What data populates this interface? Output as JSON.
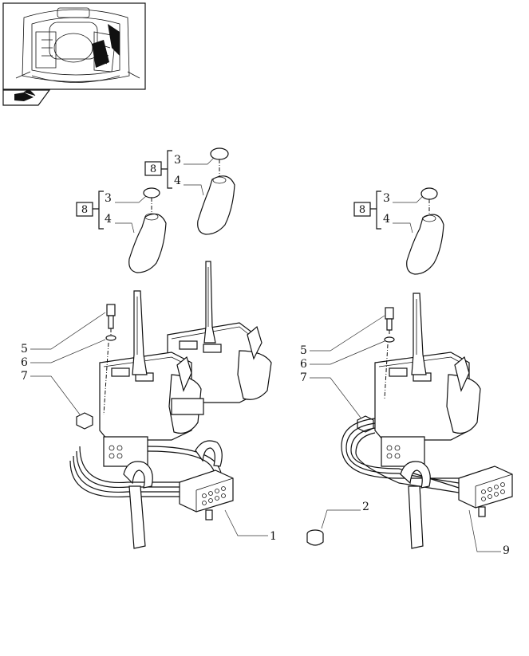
{
  "callouts": {
    "c1": "1",
    "c2": "2",
    "c3a": "3",
    "c3b": "3",
    "c3c": "3",
    "c4a": "4",
    "c4b": "4",
    "c4c": "4",
    "c5a": "5",
    "c5b": "5",
    "c6a": "6",
    "c6b": "6",
    "c7a": "7",
    "c7b": "7",
    "c8a": "8",
    "c8b": "8",
    "c8c": "8",
    "c9": "9"
  },
  "colors": {
    "line": "#111111",
    "paper": "#ffffff"
  },
  "icons": {
    "nav": "book-arrow-icon",
    "thumbnail": "tractor-cab-thumbnail"
  }
}
